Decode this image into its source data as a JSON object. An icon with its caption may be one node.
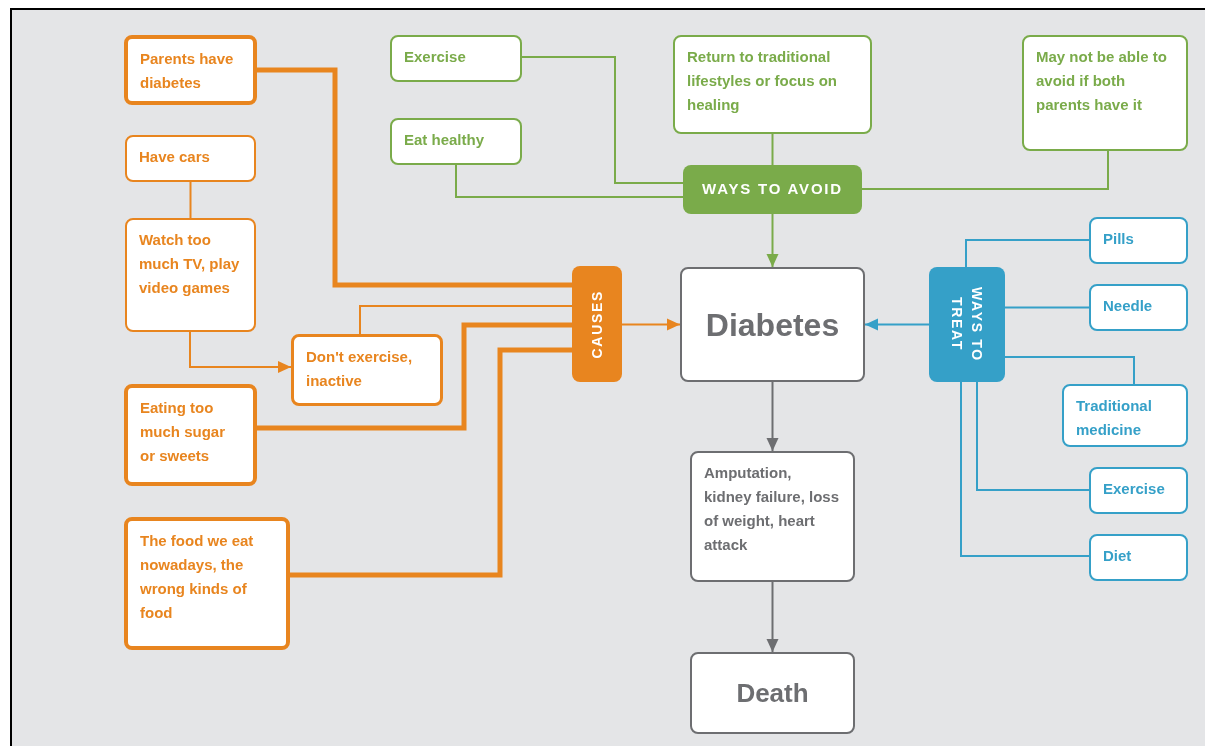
{
  "diagram": {
    "nodes": [
      {
        "text": [
          "Parents have diabetes"
        ]
      },
      {
        "text": [
          "Have cars"
        ]
      },
      {
        "text": [
          "Watch too much TV, play video games"
        ]
      },
      {
        "text": [
          "Don't exercise, inactive"
        ]
      },
      {
        "text": [
          "Eating too much sugar or sweets"
        ]
      },
      {
        "text": [
          "The food we eat nowadays, the wrong kinds of food"
        ]
      },
      {
        "text": [
          "CAUSES"
        ]
      },
      {
        "text": [
          "Exercise"
        ]
      },
      {
        "text": [
          "Eat healthy"
        ]
      },
      {
        "text": [
          "Return to traditional lifestyles or focus on healing"
        ]
      },
      {
        "text": [
          "May not be able to avoid if both parents have it"
        ]
      },
      {
        "text": [
          "WAYS TO AVOID"
        ]
      },
      {
        "text": [
          "Diabetes"
        ]
      },
      {
        "text": [
          "WAYS TO TREAT"
        ]
      },
      {
        "text": [
          "Pills"
        ]
      },
      {
        "text": [
          "Needle"
        ]
      },
      {
        "text": [
          "Traditional medicine"
        ]
      },
      {
        "text": [
          "Exercise"
        ]
      },
      {
        "text": [
          "Diet"
        ]
      },
      {
        "text": [
          "Amputation, kidney failure, loss of weight, heart attack"
        ]
      },
      {
        "text": [
          "Death"
        ]
      }
    ],
    "edges": [
      {
        "from": 0,
        "to": 6,
        "arrow": "none",
        "style": "thick"
      },
      {
        "from": 1,
        "to": 2,
        "arrow": "none"
      },
      {
        "from": 2,
        "to": 3,
        "arrow": "to"
      },
      {
        "from": 3,
        "to": 6,
        "arrow": "none"
      },
      {
        "from": 4,
        "to": 6,
        "arrow": "none",
        "style": "thick"
      },
      {
        "from": 5,
        "to": 6,
        "arrow": "none",
        "style": "thick"
      },
      {
        "from": 6,
        "to": 12,
        "arrow": "to"
      },
      {
        "from": 7,
        "to": 11,
        "arrow": "none",
        "color": "#7aab4a"
      },
      {
        "from": 8,
        "to": 11,
        "arrow": "none",
        "color": "#7aab4a"
      },
      {
        "from": 9,
        "to": 11,
        "arrow": "none",
        "color": "#7aab4a"
      },
      {
        "from": 10,
        "to": 11,
        "arrow": "none",
        "color": "#7aab4a"
      },
      {
        "from": 11,
        "to": 12,
        "arrow": "to",
        "color": "#7aab4a"
      },
      {
        "from": 13,
        "to": 12,
        "arrow": "to",
        "color": "#35a0c8"
      },
      {
        "from": 14,
        "to": 13,
        "arrow": "none",
        "color": "#35a0c8"
      },
      {
        "from": 15,
        "to": 13,
        "arrow": "none",
        "color": "#35a0c8"
      },
      {
        "from": 16,
        "to": 13,
        "arrow": "none",
        "color": "#35a0c8"
      },
      {
        "from": 17,
        "to": 13,
        "arrow": "none",
        "color": "#35a0c8"
      },
      {
        "from": 18,
        "to": 13,
        "arrow": "none",
        "color": "#35a0c8"
      },
      {
        "from": 12,
        "to": 19,
        "arrow": "to",
        "color": "#6d6e71"
      },
      {
        "from": 19,
        "to": 20,
        "arrow": "to",
        "color": "#6d6e71"
      }
    ]
  }
}
